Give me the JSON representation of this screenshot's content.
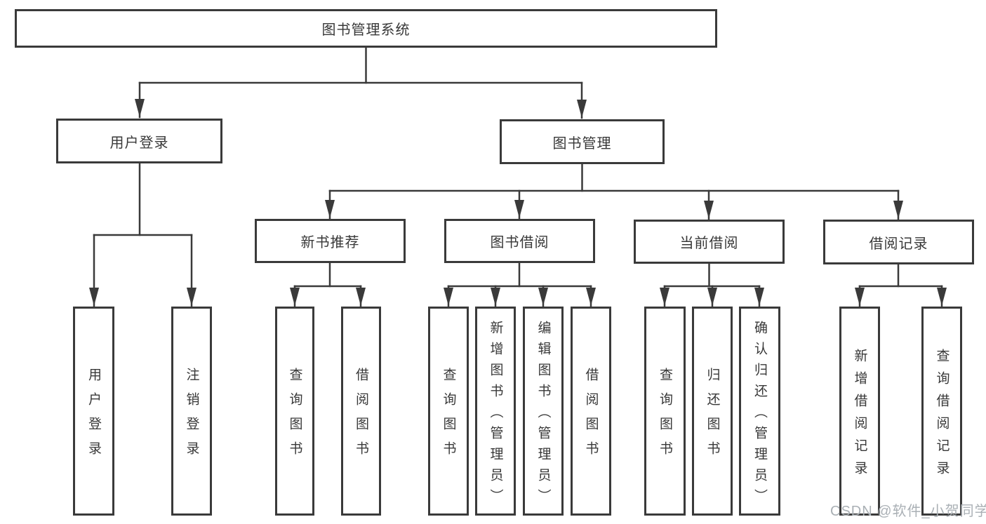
{
  "tree": {
    "label": "图书管理系统",
    "children": [
      {
        "label": "用户登录",
        "children": [
          {
            "label": "用户登录"
          },
          {
            "label": "注销登录"
          }
        ]
      },
      {
        "label": "图书管理",
        "children": [
          {
            "label": "新书推荐",
            "children": [
              {
                "label": "查询图书"
              },
              {
                "label": "借阅图书"
              }
            ]
          },
          {
            "label": "图书借阅",
            "children": [
              {
                "label": "查询图书"
              },
              {
                "label": "新增图书（管理员）"
              },
              {
                "label": "编辑图书（管理员）"
              },
              {
                "label": "借阅图书"
              }
            ]
          },
          {
            "label": "当前借阅",
            "children": [
              {
                "label": "查询图书"
              },
              {
                "label": "归还图书"
              },
              {
                "label": "确认归还（管理员）"
              }
            ]
          },
          {
            "label": "借阅记录",
            "children": [
              {
                "label": "新增借阅记录"
              },
              {
                "label": "查询借阅记录"
              }
            ]
          }
        ]
      }
    ]
  },
  "watermark": {
    "text": "CSDN @软件_小贺同学"
  },
  "colors": {
    "line": "#3a3a3a",
    "box_border": "#3a3a3a",
    "text": "#383838",
    "watermark": "#aab0b5",
    "background": "#ffffff"
  }
}
